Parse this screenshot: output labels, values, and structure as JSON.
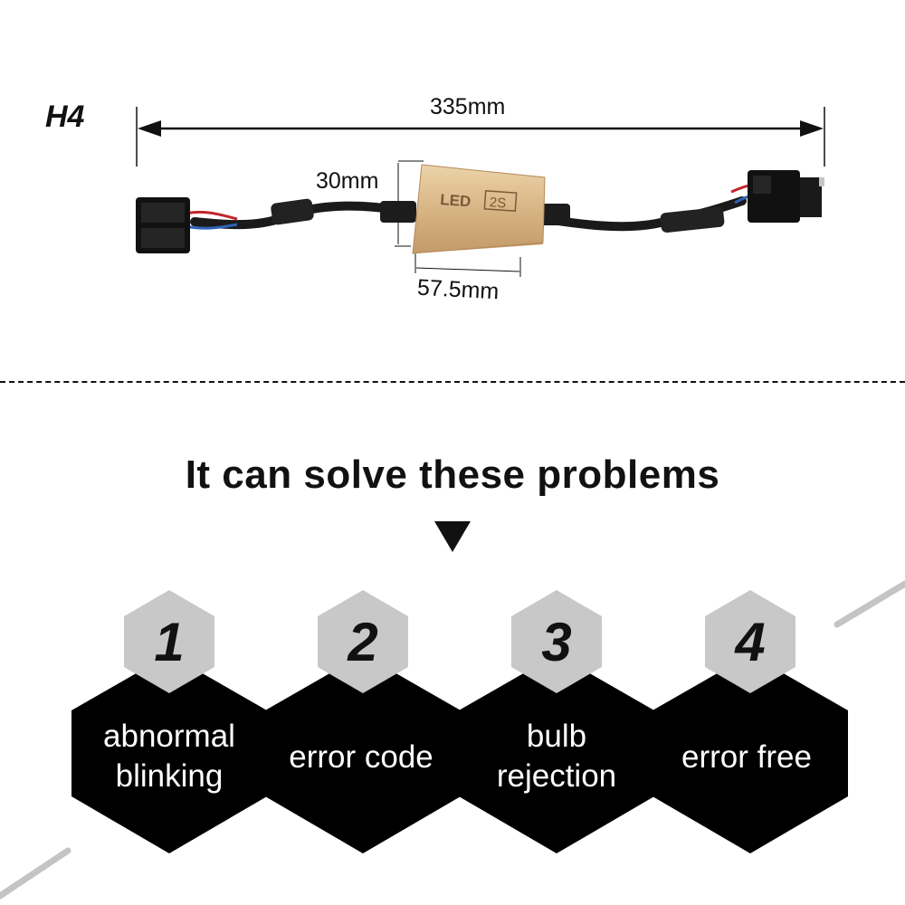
{
  "product": {
    "label": "H4"
  },
  "dimensions": {
    "length": "335mm",
    "height": "30mm",
    "width": "57.5mm"
  },
  "decoder": {
    "logo": "LED",
    "model": "2S"
  },
  "section": {
    "headline": "It can solve these problems"
  },
  "problems": [
    {
      "number": "1",
      "line1": "abnormal",
      "line2": "blinking"
    },
    {
      "number": "2",
      "line1": "error code",
      "line2": ""
    },
    {
      "number": "3",
      "line1": "bulb",
      "line2": "rejection"
    },
    {
      "number": "4",
      "line1": "error free",
      "line2": ""
    }
  ],
  "colors": {
    "hex_fill": "#000000",
    "badge_fill": "#c8c8c8",
    "decoder_gold": "#d9b98c",
    "text": "#111111"
  }
}
